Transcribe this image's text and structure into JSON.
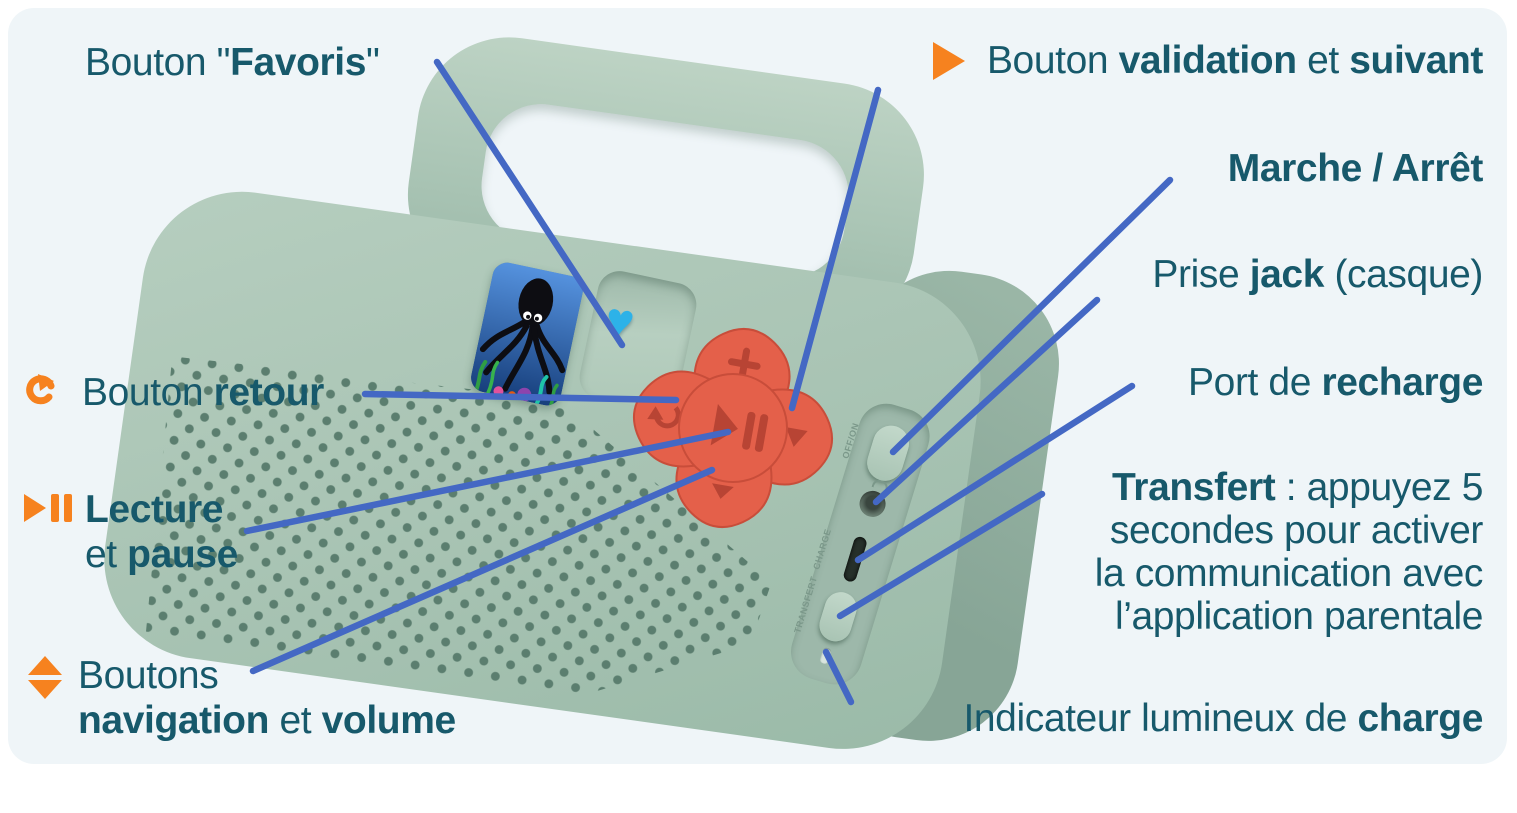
{
  "colors": {
    "panel_bg": "#eff5f8",
    "text_teal": "#17596b",
    "line_blue": "#4468c4",
    "accent_orange": "#f6821f",
    "body_green": "#a9c4b4",
    "button_coral": "#e4604a",
    "heart_blue": "#2db2e8"
  },
  "labels": {
    "favoris": {
      "pre": "Bouton \"",
      "bold": "Favoris",
      "post": "\""
    },
    "validation": {
      "pre": "Bouton ",
      "bold1": "validation",
      "mid": " et ",
      "bold2": "suivant"
    },
    "marche": {
      "text": "Marche / Arrêt"
    },
    "jack": {
      "pre": "Prise ",
      "bold": "jack",
      "post": " (casque)"
    },
    "recharge": {
      "pre": "Port de ",
      "bold": "recharge"
    },
    "retour": {
      "pre": "Bouton ",
      "bold": "retour"
    },
    "lecture": {
      "bold1": "Lecture",
      "line2pre": "et ",
      "bold2": "pause"
    },
    "navigation": {
      "line1": "Boutons",
      "bold1": "navigation",
      "mid": " et ",
      "bold2": "volume"
    },
    "transfert": {
      "bold": "Transfert",
      "rest": " : appuyez 5",
      "line2": "secondes pour activer",
      "line3": "la communication avec",
      "line4": "l’application parentale"
    },
    "indicateur": {
      "pre": "Indicateur lumineux de ",
      "bold": "charge"
    }
  },
  "device": {
    "ports": {
      "power": "OFF/ON",
      "charge": "CHARGE",
      "transfer": "TRANSFERT"
    }
  }
}
